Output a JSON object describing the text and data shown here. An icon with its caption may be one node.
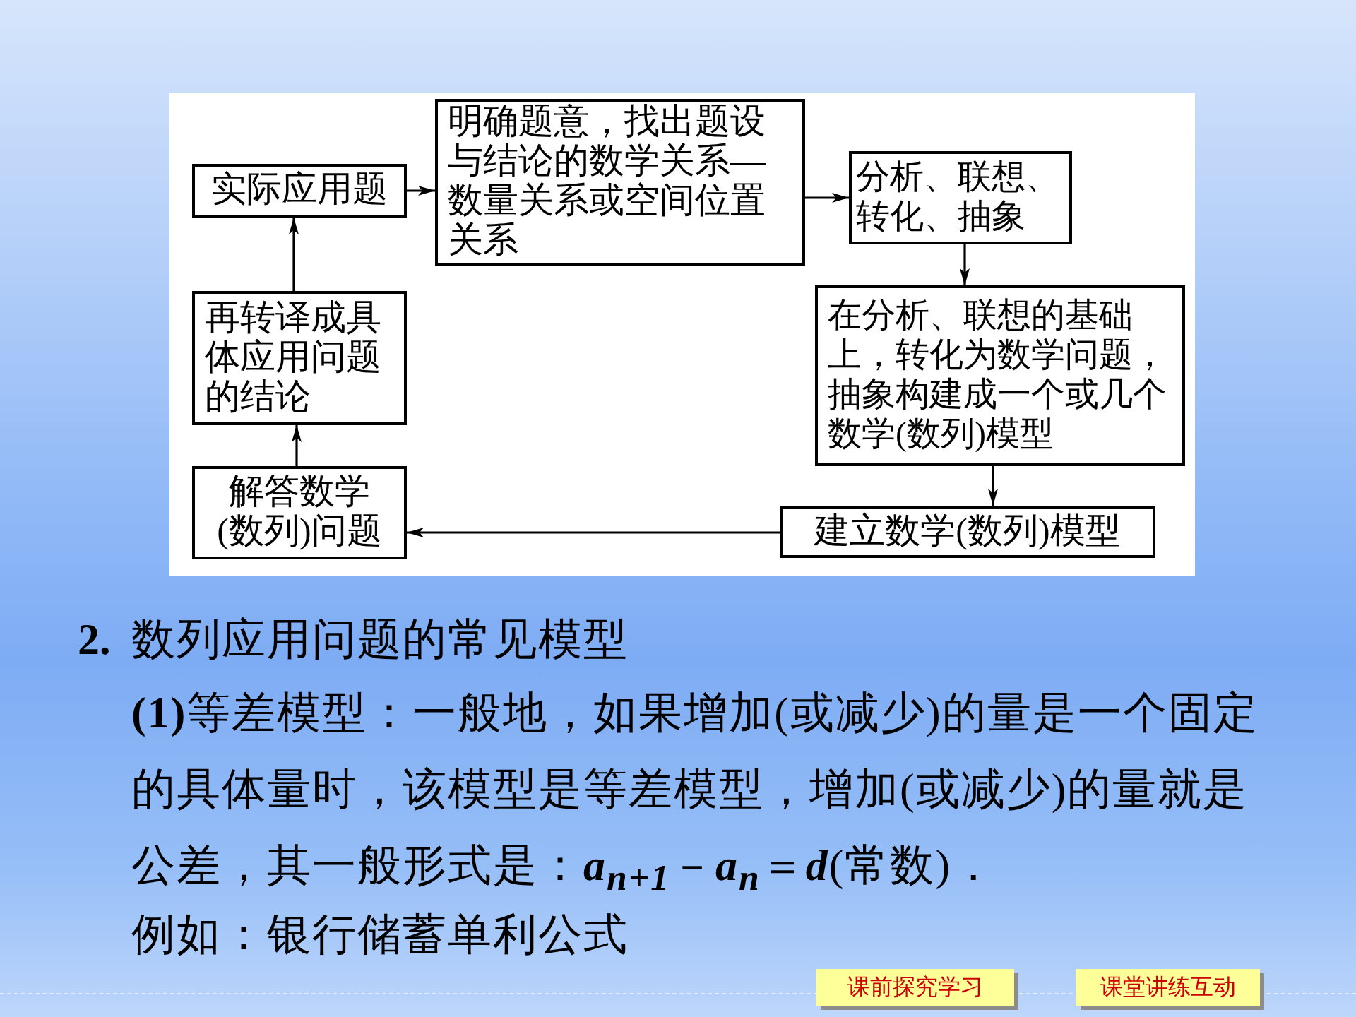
{
  "diagram": {
    "nodes": [
      {
        "text": [
          "实际应用题"
        ]
      },
      {
        "text": [
          "明确题意，找出题设与结论的数学关系—数量关系或空间位置关系"
        ]
      },
      {
        "text": [
          "分析、联想、转化、抽象"
        ]
      },
      {
        "text": [
          "在分析、联想的基础上，转化为数学问题，抽象构建成一个或几个数学(数列)模型"
        ]
      },
      {
        "text": [
          "建立数学(数列)模型"
        ]
      },
      {
        "text": [
          "解答数学(数列)问题"
        ]
      },
      {
        "text": [
          "再转译成具体应用问题的结论"
        ]
      }
    ],
    "edges": [
      {
        "from": 0,
        "to": 1,
        "arrow": "to"
      },
      {
        "from": 1,
        "to": 2,
        "arrow": "to"
      },
      {
        "from": 2,
        "to": 3,
        "arrow": "to"
      },
      {
        "from": 3,
        "to": 4,
        "arrow": "to"
      },
      {
        "from": 4,
        "to": 5,
        "arrow": "to"
      },
      {
        "from": 5,
        "to": 6,
        "arrow": "to"
      },
      {
        "from": 6,
        "to": 0,
        "arrow": "to"
      }
    ],
    "labels": [
      "2.",
      "数列应用问题的常见模型",
      "**(1)**等差模型：一般地，如果增加(或减少)的量是一个固定的具体量时，该模型是等差模型，增加(或减少)的量就是公差，其一般形式是：*a*$_{n+1}$－*a*$_{n}$＝*d*(常数)．",
      "例如：银行储蓄单利公式",
      "课前探究学习",
      "课堂讲练互动"
    ]
  }
}
